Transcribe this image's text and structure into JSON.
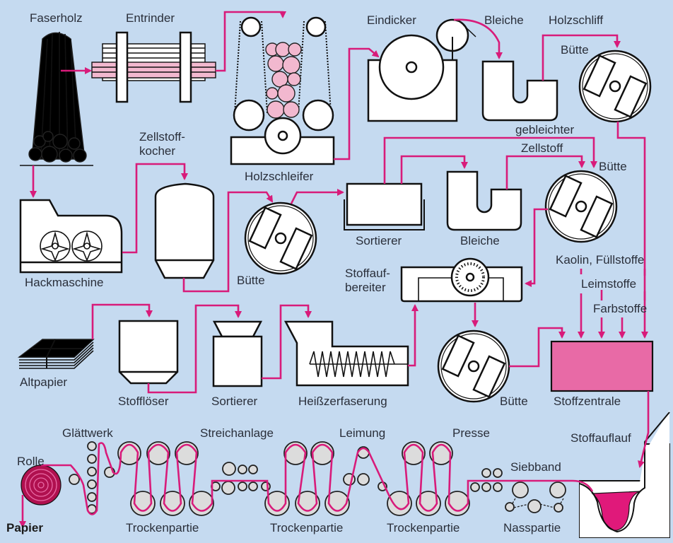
{
  "title": "Papierherstellung – Verfahrensschema",
  "colors": {
    "background": "#c5daf0",
    "flow": "#d81b7a",
    "pink_light": "#f2b8cf",
    "pink_mass": "#e86aa6",
    "reel": "#b0104f",
    "machine": "#ffffff",
    "outline": "#111111"
  },
  "labels": {
    "faserholz": "Faserholz",
    "entrinder": "Entrinder",
    "holzschleifer": "Holzschleifer",
    "eindicker": "Eindicker",
    "bleiche_top": "Bleiche",
    "holzschliff": "Holzschliff",
    "buette_top": "Bütte",
    "gebleichter": "gebleichter",
    "zellstoff": "Zellstoff",
    "buette_right": "Bütte",
    "zellstoffkocher_1": "Zellstoff-",
    "zellstoffkocher_2": "kocher",
    "hackmaschine": "Hackmaschine",
    "buette_mid": "Bütte",
    "sortierer_mid": "Sortierer",
    "bleiche_mid": "Bleiche",
    "kaolin": "Kaolin, Füllstoffe",
    "leimstoffe": "Leimstoffe",
    "farbstoffe": "Farbstoffe",
    "stoffaufbereiter_1": "Stoffauf-",
    "stoffaufbereiter_2": "bereiter",
    "altpapier": "Altpapier",
    "stoffloeser": "Stofflöser",
    "sortierer_low": "Sortierer",
    "heisszerfaserung": "Heißzerfaserung",
    "buette_low": "Bütte",
    "stoffzentrale": "Stoffzentrale",
    "stoffauflauf": "Stoffauflauf",
    "glaettwerk": "Glättwerk",
    "streichanlage": "Streichanlage",
    "leimung": "Leimung",
    "presse": "Presse",
    "rolle": "Rolle",
    "siebband": "Siebband",
    "papier": "Papier",
    "trocken_1": "Trockenpartie",
    "trocken_2": "Trockenpartie",
    "trocken_3": "Trockenpartie",
    "nasspartie": "Nasspartie"
  }
}
